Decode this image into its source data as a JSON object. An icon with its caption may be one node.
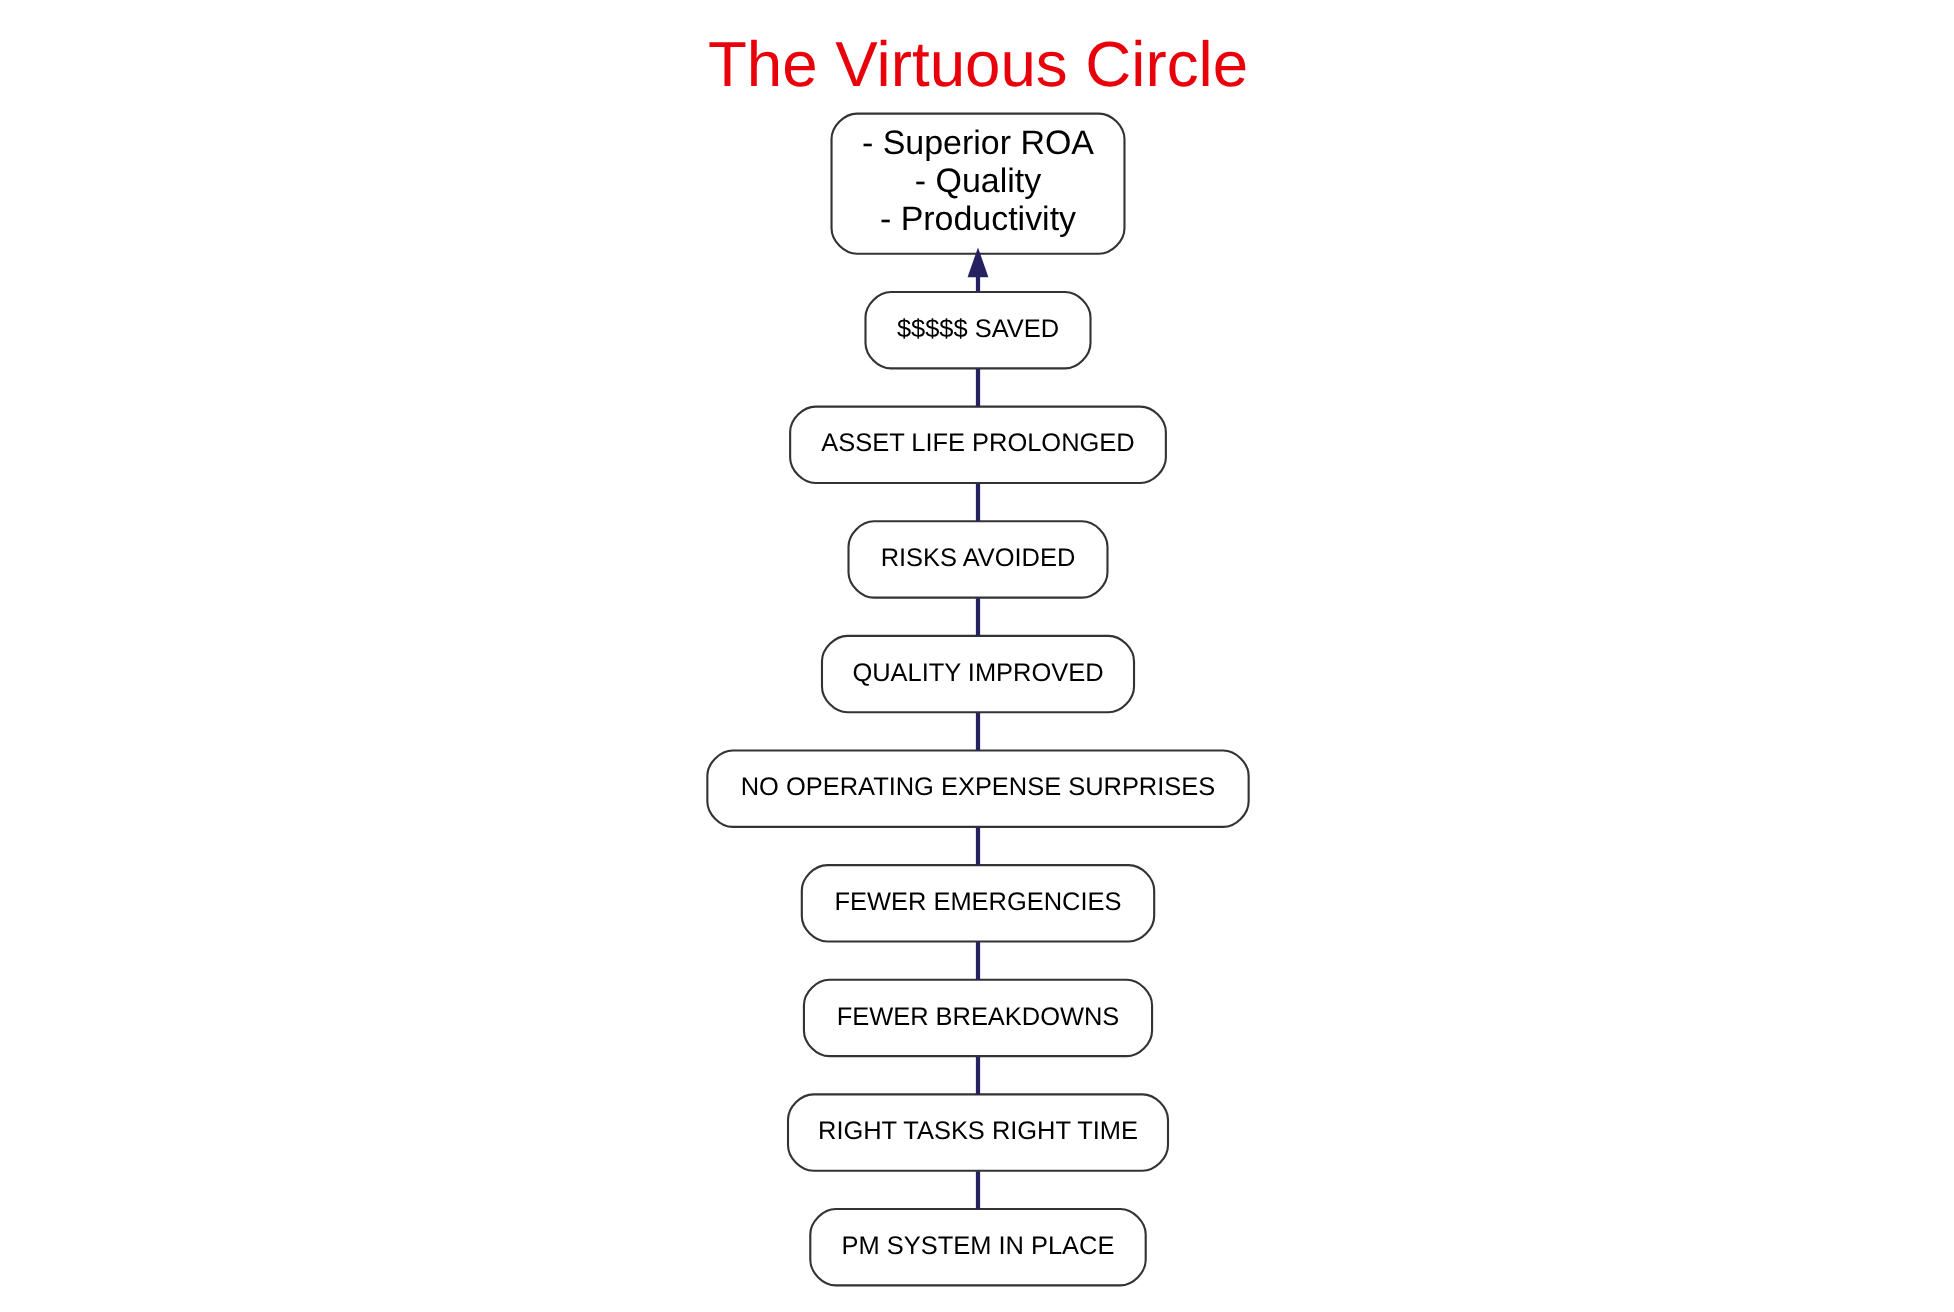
{
  "diagram": {
    "title": "The Virtuous Circle",
    "nodes": [
      {
        "text": [
          "PM SYSTEM IN PLACE"
        ]
      },
      {
        "text": [
          "RIGHT TASKS RIGHT TIME"
        ]
      },
      {
        "text": [
          "FEWER BREAKDOWNS"
        ]
      },
      {
        "text": [
          "FEWER EMERGENCIES"
        ]
      },
      {
        "text": [
          "NO OPERATING EXPENSE SURPRISES"
        ]
      },
      {
        "text": [
          "QUALITY IMPROVED"
        ]
      },
      {
        "text": [
          "RISKS AVOIDED"
        ]
      },
      {
        "text": [
          "ASSET LIFE PROLONGED"
        ]
      },
      {
        "text": [
          "$$$$$ SAVED"
        ]
      },
      {
        "text": [
          "- Superior ROA",
          "- Quality",
          "- Productivity"
        ]
      }
    ],
    "edges": [
      {
        "from": 0,
        "to": 1,
        "arrow": "none"
      },
      {
        "from": 1,
        "to": 2,
        "arrow": "none"
      },
      {
        "from": 2,
        "to": 3,
        "arrow": "none"
      },
      {
        "from": 3,
        "to": 4,
        "arrow": "none"
      },
      {
        "from": 4,
        "to": 5,
        "arrow": "none"
      },
      {
        "from": 5,
        "to": 6,
        "arrow": "none"
      },
      {
        "from": 6,
        "to": 7,
        "arrow": "none"
      },
      {
        "from": 7,
        "to": 8,
        "arrow": "none"
      },
      {
        "from": 8,
        "to": 9,
        "arrow": "to"
      }
    ]
  }
}
